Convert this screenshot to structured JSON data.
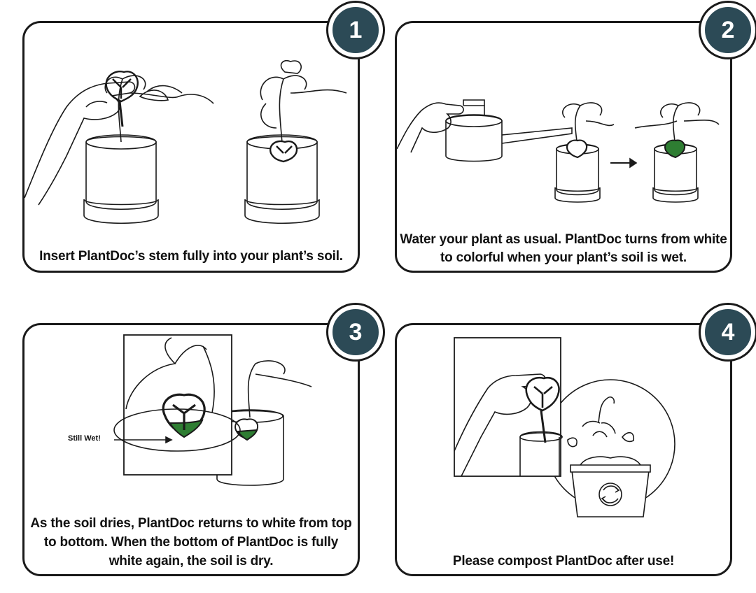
{
  "steps": [
    {
      "number": "1",
      "text": "Insert PlantDoc’s stem fully into your plant’s soil."
    },
    {
      "number": "2",
      "line1": "Water your plant as usual. PlantDoc turns from white",
      "line2": "to colorful when your plant’s soil is wet."
    },
    {
      "number": "3",
      "line1": "As the soil dries, PlantDoc returns to white from top",
      "line2": "to bottom. When the bottom of PlantDoc is fully",
      "line3": "white again, the soil is dry.",
      "callout": "Still Wet!"
    },
    {
      "number": "4",
      "text": "Please compost PlantDoc after use!"
    }
  ],
  "colors": {
    "badge": "#2c4a56",
    "indicator_wet": "#2e7d32",
    "outline": "#1a1a1a"
  },
  "icons": [
    "hand-icon",
    "potted-plant-icon",
    "leaf-indicator-icon",
    "watering-can-icon",
    "arrow-right-icon",
    "compost-bin-icon",
    "wilted-plant-icon"
  ]
}
